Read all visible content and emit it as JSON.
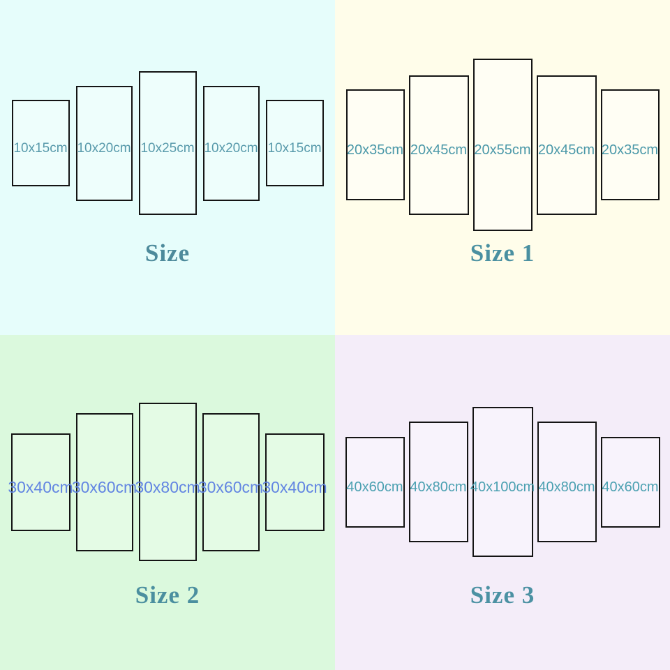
{
  "panel_border_color": "#141414",
  "quadrants": [
    {
      "title": "Size",
      "background": "#e6fdfb",
      "panel_fill": "#eefefc",
      "label_color": "#589aab",
      "title_color": "#4d8a9b",
      "panels": [
        "10x15cm",
        "10x20cm",
        "10x25cm",
        "10x20cm",
        "10x15cm"
      ]
    },
    {
      "title": "Size 1",
      "background": "#fffdea",
      "panel_fill": "#fffef4",
      "label_color": "#4c99a9",
      "title_color": "#4a90a1",
      "panels": [
        "20x35cm",
        "20x45cm",
        "20x55cm",
        "20x45cm",
        "20x35cm"
      ]
    },
    {
      "title": "Size 2",
      "background": "#dbf9dd",
      "panel_fill": "#e4fbe5",
      "label_color": "#6285e2",
      "title_color": "#4b8f9f",
      "panels": [
        "30x40cm",
        "30x60cm",
        "30x80cm",
        "30x60cm",
        "30x40cm"
      ]
    },
    {
      "title": "Size 3",
      "background": "#f4edf9",
      "panel_fill": "#f8f3fc",
      "label_color": "#4ba0b1",
      "title_color": "#4b91a3",
      "panels": [
        "40x60cm",
        "40x80cm",
        "40x100cm",
        "40x80cm",
        "40x60cm"
      ]
    }
  ]
}
